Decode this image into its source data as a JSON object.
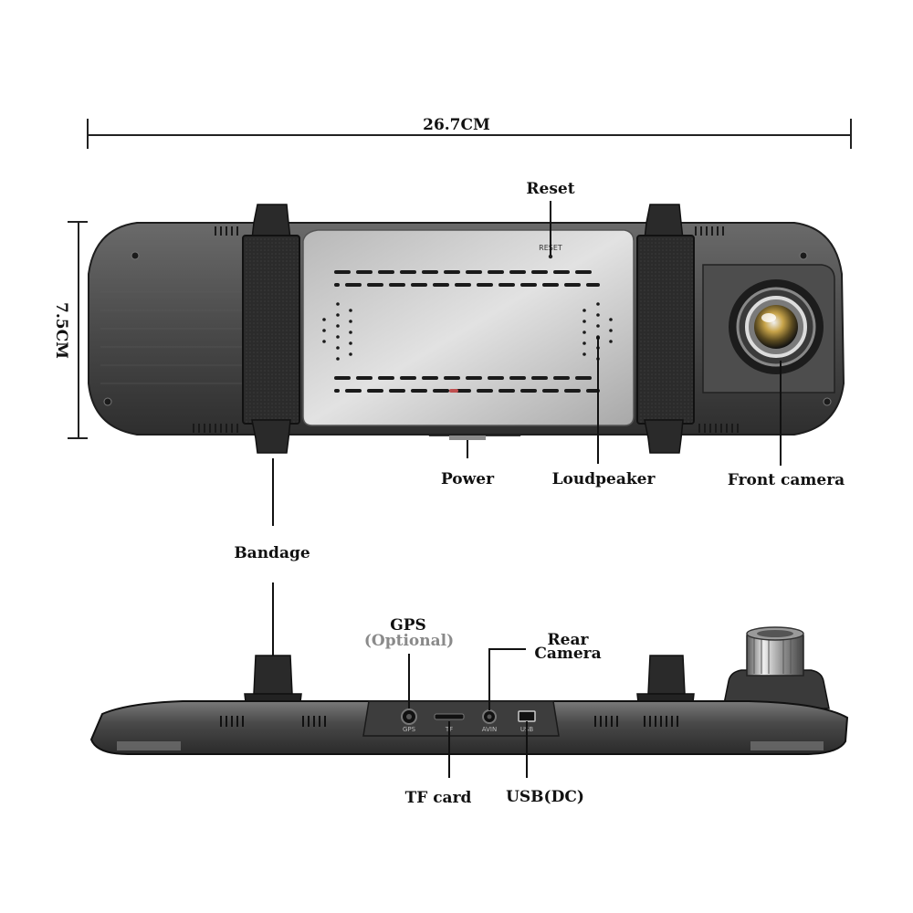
{
  "dimensions": {
    "width": "26.7CM",
    "height": "7.5CM"
  },
  "labels": {
    "reset": "Reset",
    "power": "Power",
    "loudspeaker": "Loudpeaker",
    "front_camera": "Front camera",
    "bandage": "Bandage",
    "gps": "GPS",
    "gps_note": "(Optional)",
    "rear_camera_line1": "Rear",
    "rear_camera_line2": "Camera",
    "tf_card": "TF card",
    "usb_dc": "USB(DC)"
  },
  "device_markings": {
    "reset": "RESET",
    "gps": "GPS",
    "tf": "TF",
    "avin": "AVIN",
    "usb": "USB"
  },
  "colors": {
    "body_dark": "#3a3a3a",
    "body_mid": "#5a5a5a",
    "screen": "#c9c9c9",
    "strap": "#2a2a2a",
    "label": "#111111",
    "note_gray": "#8a8a8a"
  }
}
